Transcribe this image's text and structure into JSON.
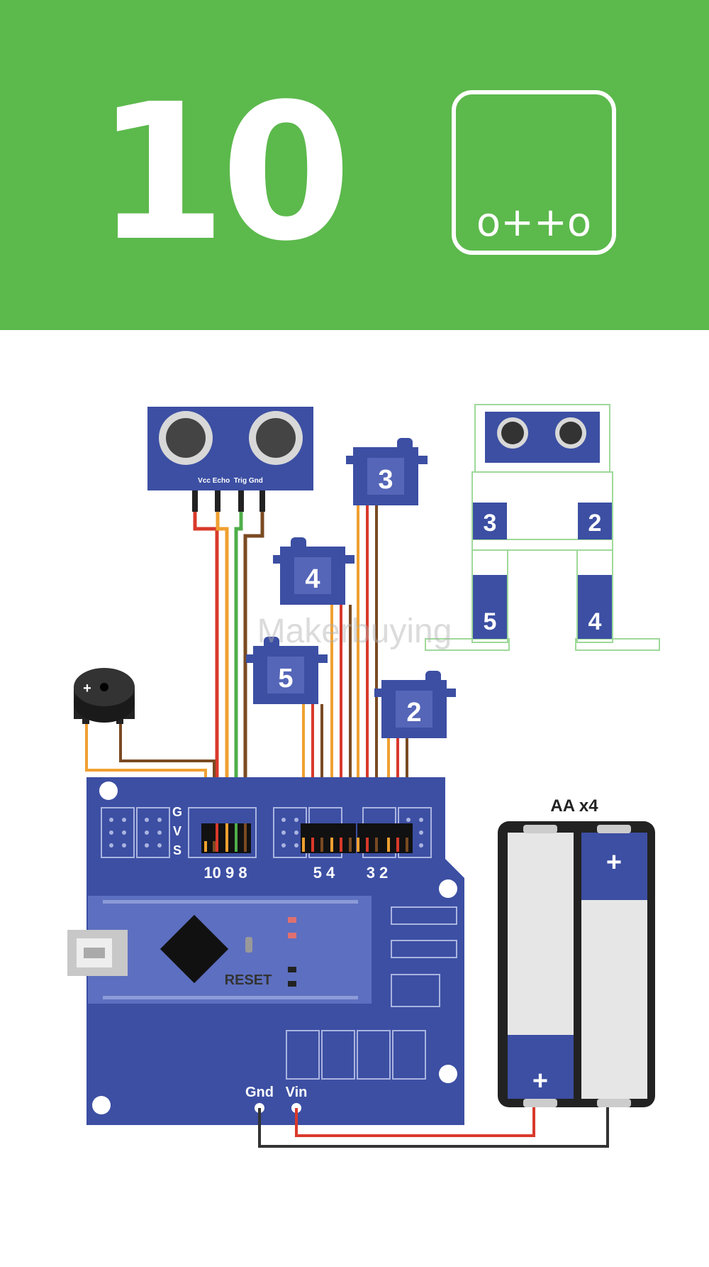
{
  "header": {
    "step_number": "10",
    "logo_text": "o++o",
    "background_color": "#5cb94c"
  },
  "sensor": {
    "pin_labels": "Vcc Echo  Trig Gnd"
  },
  "servos": [
    {
      "id": "3"
    },
    {
      "id": "4"
    },
    {
      "id": "5"
    },
    {
      "id": "2"
    }
  ],
  "robot": {
    "labels": [
      "3",
      "2",
      "5",
      "4"
    ]
  },
  "board": {
    "gvs": [
      "G",
      "V",
      "S"
    ],
    "pins_left": "10 9 8",
    "pins_mid": "5 4",
    "pins_right": "3 2",
    "reset_label": "RESET",
    "gnd_label": "Gnd",
    "vin_label": "Vin",
    "color": "#3c4fa3"
  },
  "buzzer": {
    "sign": "+"
  },
  "battery": {
    "label": "AA x4",
    "plus_left": "+",
    "plus_right": "+"
  },
  "watermark": "Makerbuying",
  "colors": {
    "wire_red": "#d9392b",
    "wire_orange": "#f0a030",
    "wire_brown": "#7a4a22",
    "wire_green": "#4fae4a",
    "wire_black": "#333333"
  }
}
